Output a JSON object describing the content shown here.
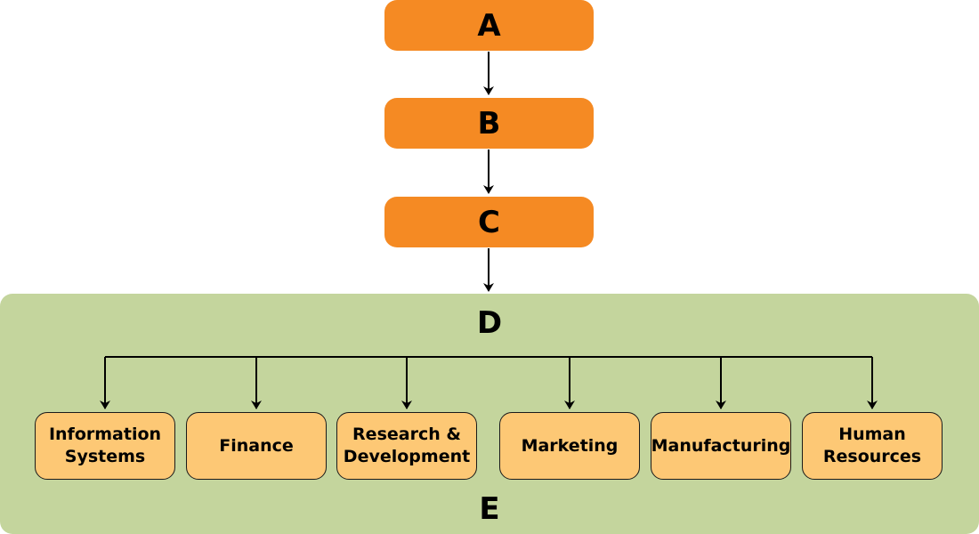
{
  "colors": {
    "top_box_fill": "#f58a23",
    "panel_fill": "#c4d59d",
    "dept_fill": "#fdc875",
    "line": "#000000"
  },
  "levels": {
    "a": "A",
    "b": "B",
    "c": "C"
  },
  "panel": {
    "top_label": "D",
    "bottom_label": "E",
    "departments": [
      {
        "line1": "Information",
        "line2": "Systems"
      },
      {
        "line1": "Finance",
        "line2": ""
      },
      {
        "line1": "Research &",
        "line2": "Development"
      },
      {
        "line1": "Marketing",
        "line2": ""
      },
      {
        "line1": "Manufacturing",
        "line2": ""
      },
      {
        "line1": "Human",
        "line2": "Resources"
      }
    ]
  }
}
